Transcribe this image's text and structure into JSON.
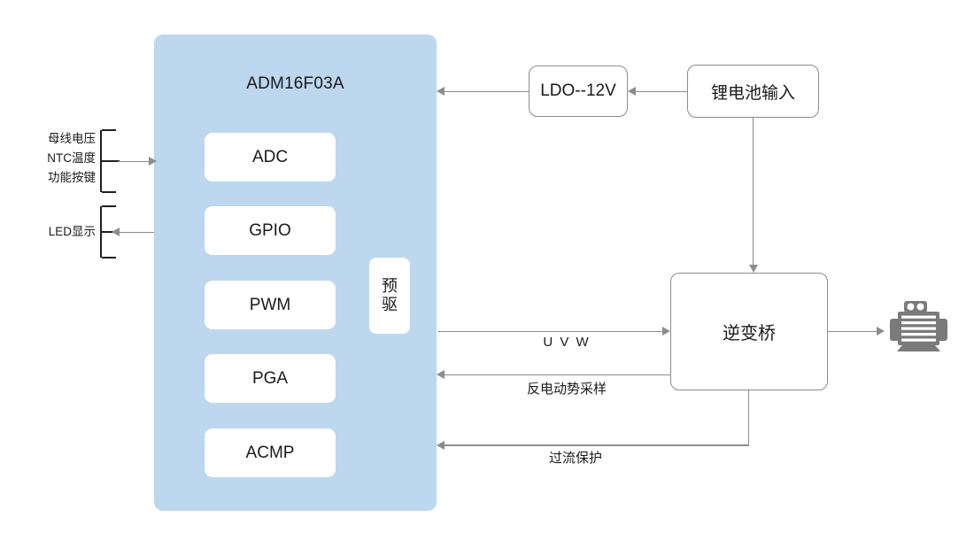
{
  "diagram": {
    "title": "BLDC motor control block diagram",
    "colors": {
      "mcu_fill": "#bdd7ee",
      "block_fill": "#ffffff",
      "line": "#8c8c8c",
      "bracket": "#231f20",
      "motor": "#7a7a7a",
      "text": "#1a1a1a"
    }
  },
  "mcu": {
    "title": "ADM16F03A",
    "blocks": [
      {
        "label": "ADC"
      },
      {
        "label": "GPIO"
      },
      {
        "label": "PWM"
      },
      {
        "label": "PGA"
      },
      {
        "label": "ACMP"
      }
    ],
    "predriver": {
      "line1": "预",
      "line2": "驱"
    }
  },
  "left_signals": {
    "inputs": {
      "lines": [
        "母线电压",
        "NTC温度",
        "功能按键"
      ],
      "text": "母线电压\nNTC温度\n功能按键",
      "direction": "into-mcu"
    },
    "output": {
      "label": "LED显示",
      "direction": "out-of-mcu"
    }
  },
  "power": {
    "ldo": "LDO--12V",
    "battery": "锂电池输入"
  },
  "power_stage": {
    "bridge": "逆变桥",
    "motor_icon": "motor-icon"
  },
  "links": {
    "uvw": "U V W",
    "bemf": "反电动势采样",
    "ocp": "过流保护"
  }
}
